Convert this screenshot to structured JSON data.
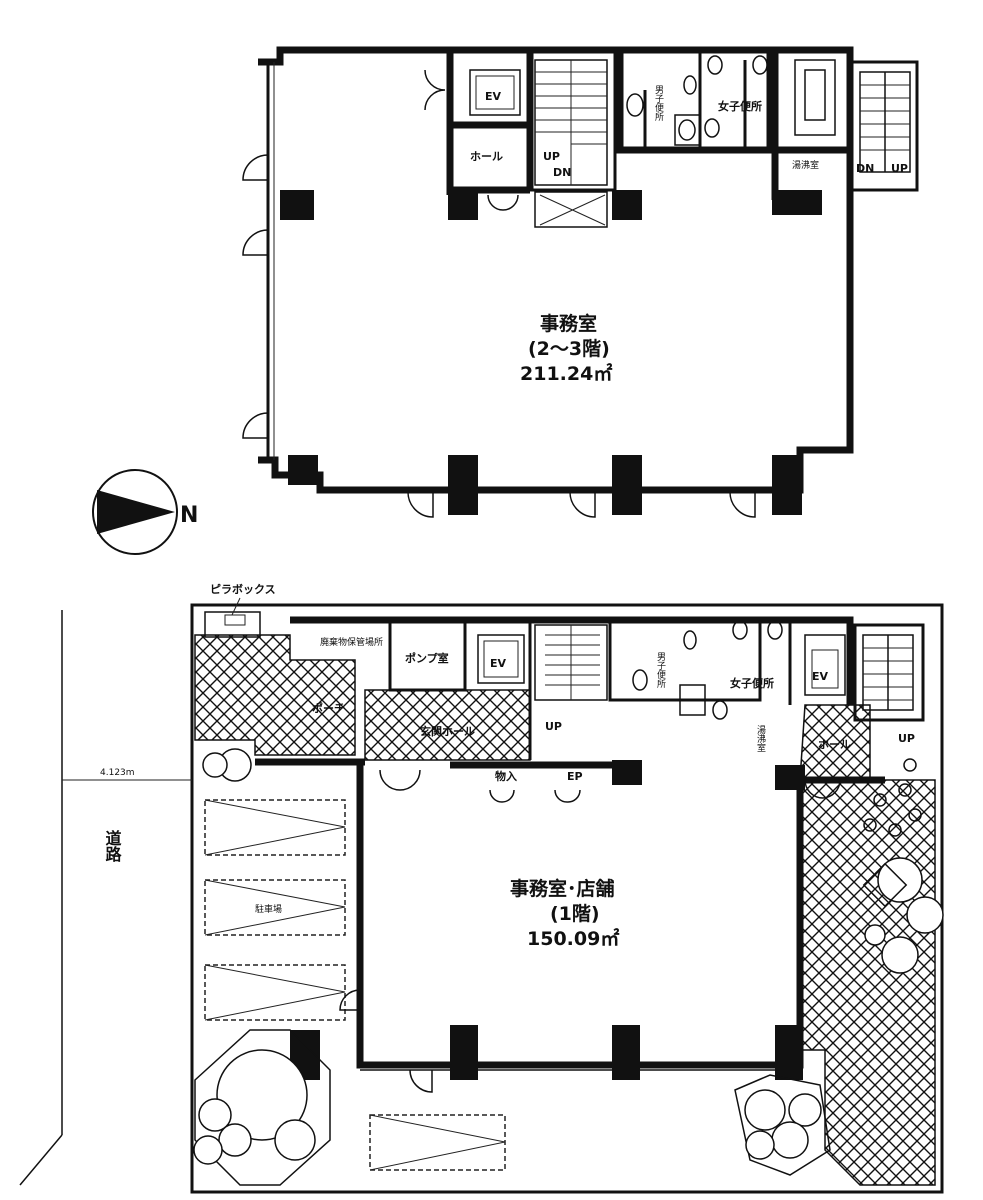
{
  "upper_plan": {
    "room_name": "事務室",
    "floor": "(2～3階)",
    "area": "211.24㎡",
    "ev": "EV",
    "hall": "ホール",
    "stair_up": "UP",
    "stair_dn": "DN",
    "mens_toilet": "男子便所",
    "womens_toilet": "女子便所",
    "kitchenette": "湯沸室",
    "exit_dn": "DN",
    "exit_up": "UP"
  },
  "compass": {
    "label": "N"
  },
  "lower_plan": {
    "room_name": "事務室･店舗",
    "floor": "(1階)",
    "area": "150.09㎡",
    "pillar_box": "ピラボックス",
    "waste_room": "廃棄物保管場所",
    "pump_room": "ポンプ室",
    "ev1": "EV",
    "ev2": "EV",
    "porch": "ポーチ",
    "entrance_hall": "玄関ホール",
    "stair_up": "UP",
    "storage": "物入",
    "ep": "EP",
    "mens_toilet": "男子便所",
    "womens_toilet": "女子便所",
    "kitchenette": "湯沸室",
    "hall": "ホール",
    "exit_up": "UP",
    "parking": "駐車場",
    "road": "道路",
    "road_width": "4.123m"
  }
}
